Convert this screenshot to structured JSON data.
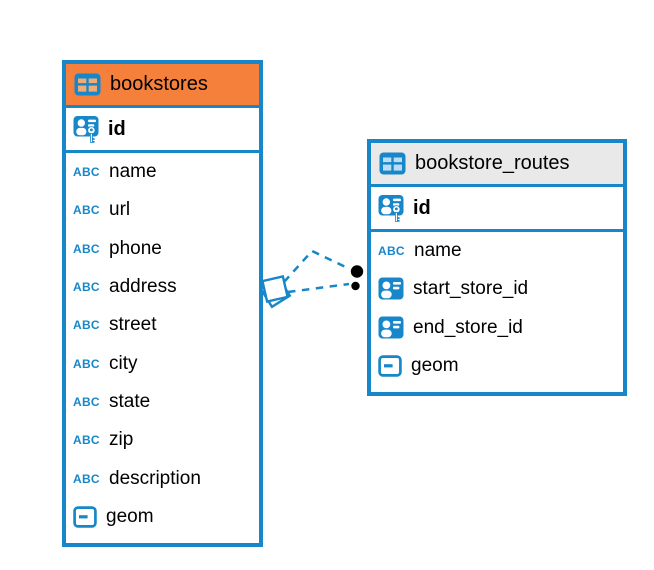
{
  "canvas": {
    "background": "#ffffff"
  },
  "colors": {
    "accent_blue": "#1787c9",
    "bookstores_header_orange": "#f5803c",
    "routes_header_gray": "#e9e9e9",
    "text_black": "#000000",
    "relation_marker_black": "#000000"
  },
  "icons": {
    "abc_label": "ABC",
    "table_icon": "table-grid-icon",
    "primary_key_icon": "person-key-icon",
    "reference_icon": "person-lines-icon",
    "geometry_icon": "square-dash-icon"
  },
  "tables": [
    {
      "title": "bookstores",
      "header_style": "orange",
      "pk": {
        "name": "id",
        "type_icon": "person-key-icon"
      },
      "columns": [
        {
          "name": "name",
          "type_icon": "text-abc-icon"
        },
        {
          "name": "url",
          "type_icon": "text-abc-icon"
        },
        {
          "name": "phone",
          "type_icon": "text-abc-icon"
        },
        {
          "name": "address",
          "type_icon": "text-abc-icon"
        },
        {
          "name": "street",
          "type_icon": "text-abc-icon"
        },
        {
          "name": "city",
          "type_icon": "text-abc-icon"
        },
        {
          "name": "state",
          "type_icon": "text-abc-icon"
        },
        {
          "name": "zip",
          "type_icon": "text-abc-icon"
        },
        {
          "name": "description",
          "type_icon": "text-abc-icon"
        },
        {
          "name": "geom",
          "type_icon": "square-dash-icon"
        }
      ]
    },
    {
      "title": "bookstore_routes",
      "header_style": "gray",
      "pk": {
        "name": "id",
        "type_icon": "person-key-icon"
      },
      "columns": [
        {
          "name": "name",
          "type_icon": "text-abc-icon"
        },
        {
          "name": "start_store_id",
          "type_icon": "person-lines-icon"
        },
        {
          "name": "end_store_id",
          "type_icon": "person-lines-icon"
        },
        {
          "name": "geom",
          "type_icon": "square-dash-icon"
        }
      ]
    }
  ],
  "relationship": {
    "line_style": "dashed",
    "line_color": "#1787c9",
    "line_count": 2,
    "source_marker": "overlapping-squares-marker",
    "target_marker": "stacked-black-dots-marker"
  }
}
